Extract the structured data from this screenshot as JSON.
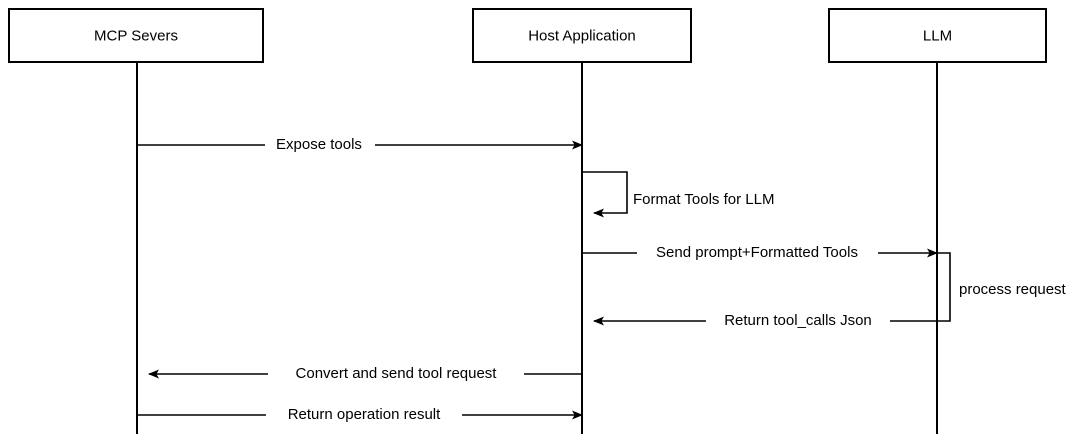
{
  "diagram": {
    "type": "sequence-diagram",
    "background_color": "#ffffff",
    "line_color": "#000000",
    "text_color": "#000000",
    "participants": [
      {
        "id": "mcp",
        "label": "MCP Severs"
      },
      {
        "id": "host",
        "label": "Host Application"
      },
      {
        "id": "llm",
        "label": "LLM"
      }
    ],
    "messages": [
      {
        "id": "m1",
        "label": "Expose tools",
        "from": "mcp",
        "to": "host",
        "direction": "right"
      },
      {
        "id": "m2",
        "label": "Format Tools for LLM",
        "from": "host",
        "to": "host",
        "direction": "self"
      },
      {
        "id": "m3",
        "label": "Send prompt+Formatted Tools",
        "from": "host",
        "to": "llm",
        "direction": "right"
      },
      {
        "id": "m4",
        "label": "Return tool_calls Json",
        "from": "llm",
        "to": "host",
        "direction": "left"
      },
      {
        "id": "m5",
        "label": "Convert and send tool request",
        "from": "host",
        "to": "mcp",
        "direction": "left"
      },
      {
        "id": "m6",
        "label": "Return operation result",
        "from": "mcp",
        "to": "host",
        "direction": "right"
      }
    ],
    "notes": [
      {
        "id": "n1",
        "label": "process request",
        "attached_to": "llm"
      }
    ]
  }
}
